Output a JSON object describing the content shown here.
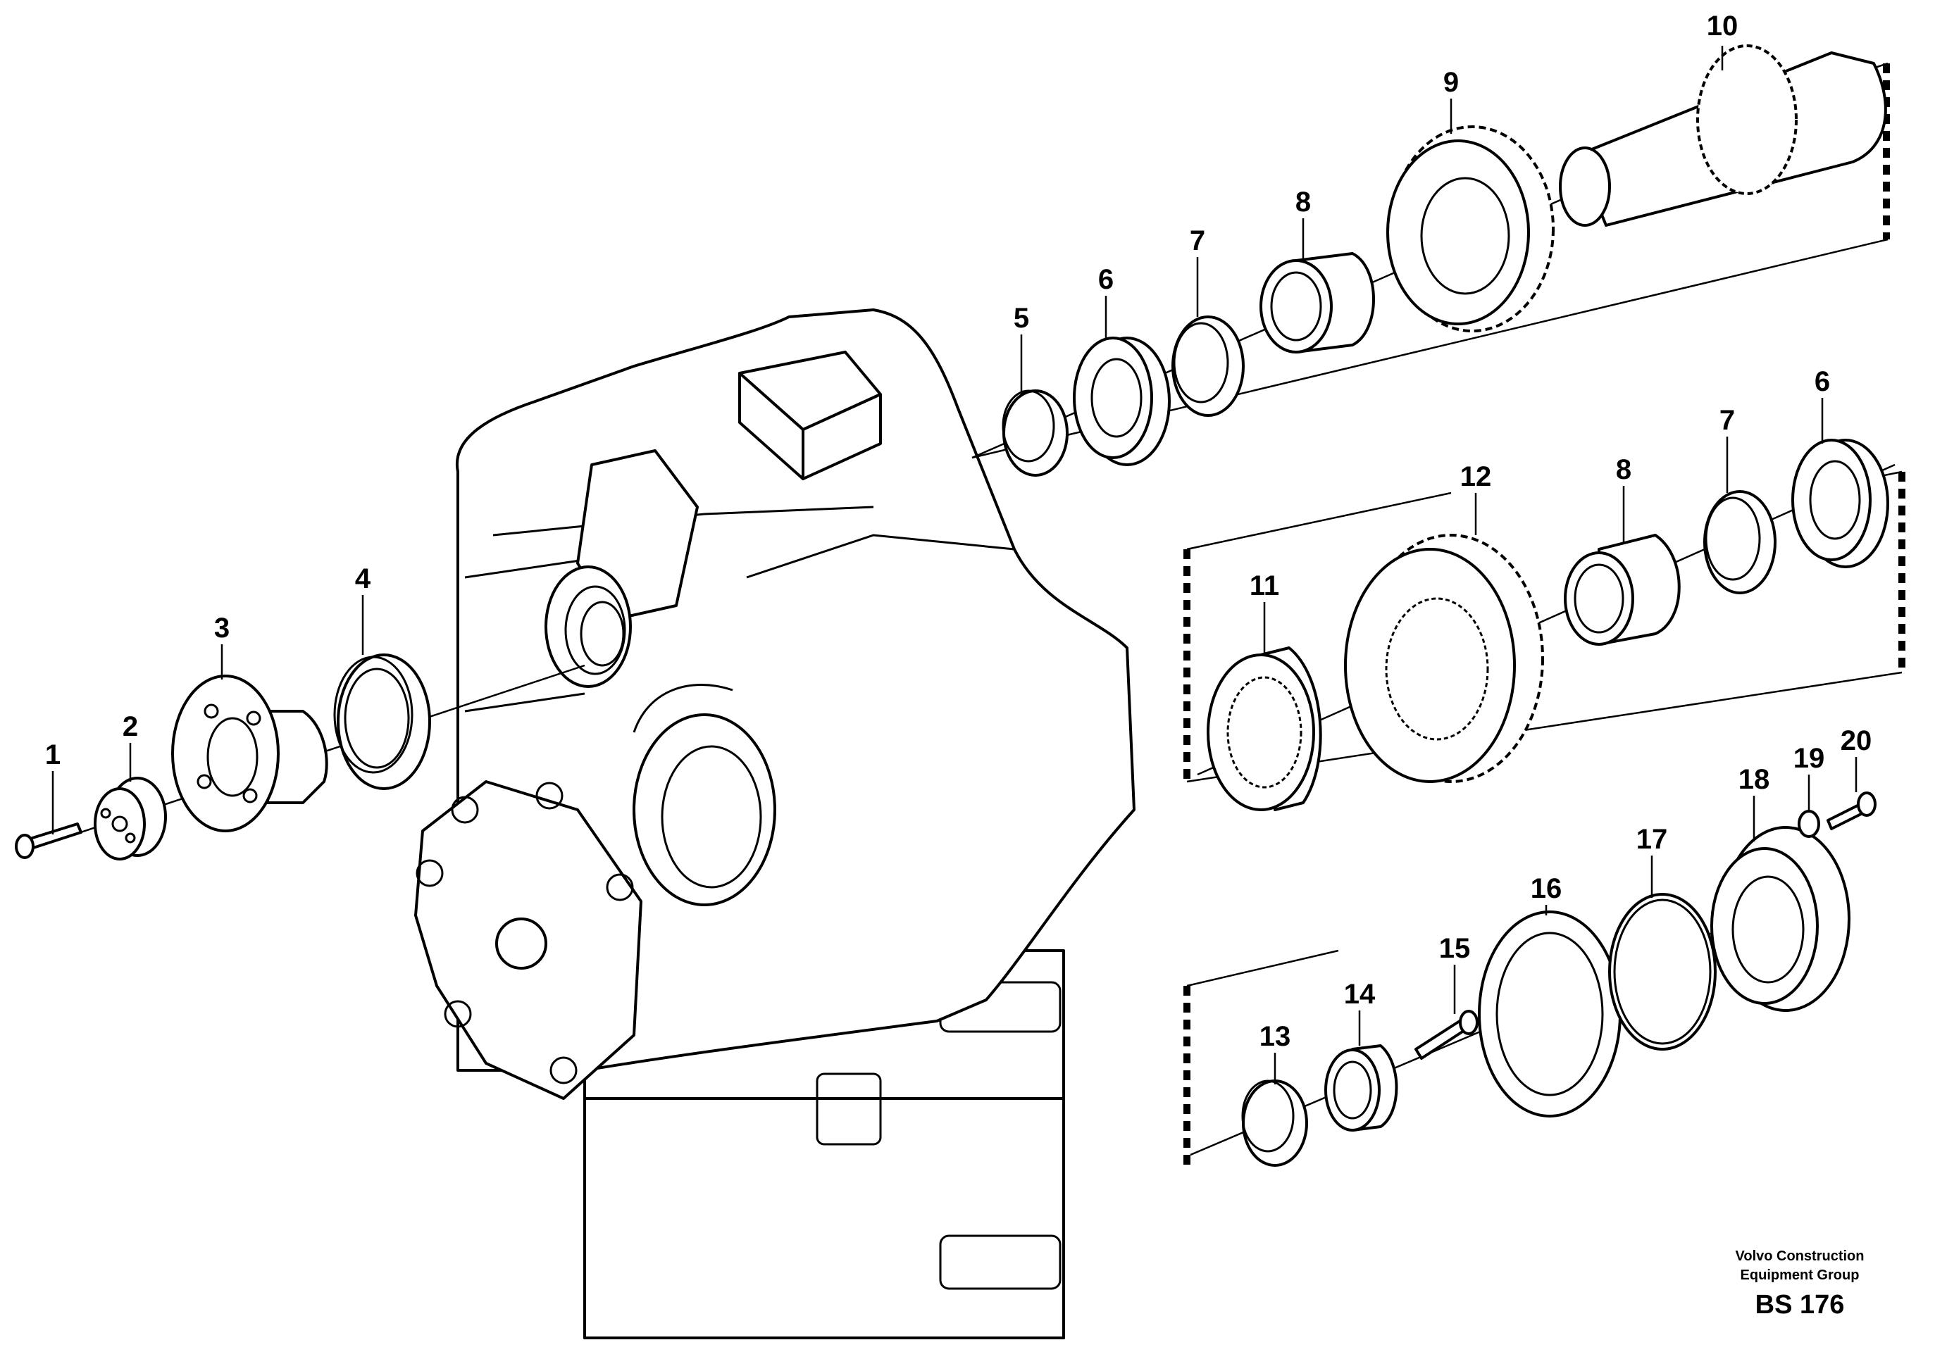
{
  "diagram": {
    "title": "",
    "callouts": {
      "c1": "1",
      "c2": "2",
      "c3": "3",
      "c4": "4",
      "c5": "5",
      "c6a": "6",
      "c7a": "7",
      "c8a": "8",
      "c9": "9",
      "c10": "10",
      "c11": "11",
      "c12": "12",
      "c8b": "8",
      "c7b": "7",
      "c6b": "6",
      "c13": "13",
      "c14": "14",
      "c15": "15",
      "c16": "16",
      "c17": "17",
      "c18": "18",
      "c19": "19",
      "c20": "20"
    },
    "footer": {
      "line1": "Volvo Construction",
      "line2": "Equipment Group",
      "code": "BS 176"
    }
  }
}
